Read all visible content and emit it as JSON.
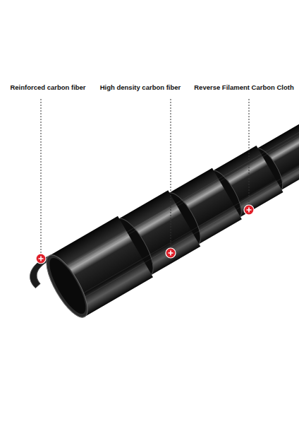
{
  "diagram": {
    "labels": [
      "Reinforced carbon fiber",
      "High density carbon fiber",
      "Reverse Filament Carbon Cloth"
    ]
  }
}
